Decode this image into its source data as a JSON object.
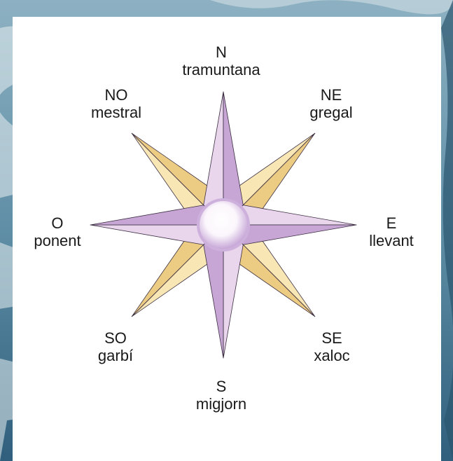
{
  "directions": [
    {
      "key": "n",
      "abbr": "N",
      "name": "tramuntana"
    },
    {
      "key": "ne",
      "abbr": "NE",
      "name": "gregal"
    },
    {
      "key": "e",
      "abbr": "E",
      "name": "llevant"
    },
    {
      "key": "se",
      "abbr": "SE",
      "name": "xaloc"
    },
    {
      "key": "s",
      "abbr": "S",
      "name": "migjorn"
    },
    {
      "key": "so",
      "abbr": "SO",
      "name": "garbí"
    },
    {
      "key": "o",
      "abbr": "O",
      "name": "ponent"
    },
    {
      "key": "no",
      "abbr": "NO",
      "name": "mestral"
    }
  ],
  "colors": {
    "primary_light": "#e9d6ec",
    "primary_dark": "#c7a6d5",
    "secondary_light": "#f8e7b5",
    "secondary_dark": "#eccb83",
    "outline": "#3a2d40",
    "card": "#ffffff"
  }
}
